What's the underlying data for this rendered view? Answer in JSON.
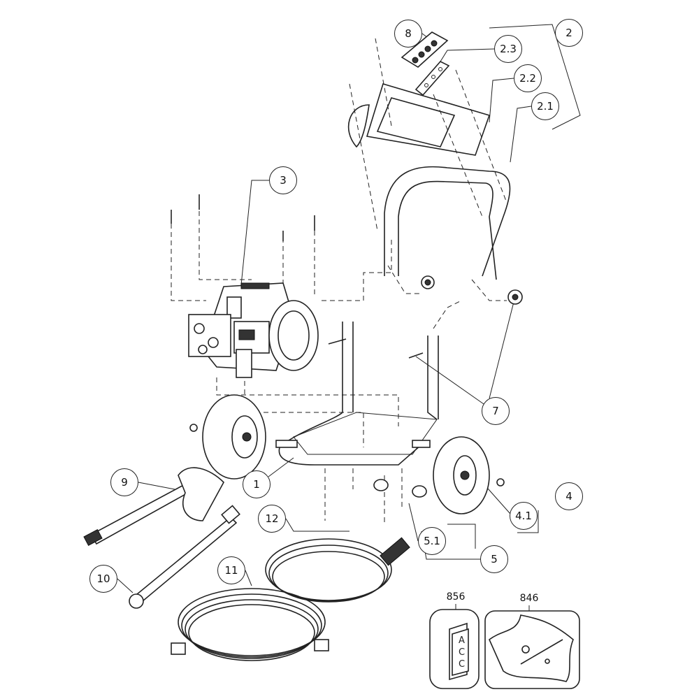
{
  "title": "Pressure washer exploded parts diagram",
  "callouts": {
    "c8": "8",
    "c2_3": "2.3",
    "c2": "2",
    "c2_2": "2.2",
    "c2_1": "2.1",
    "c3": "3",
    "c7": "7",
    "c1": "1",
    "c9": "9",
    "c4": "4",
    "c4_1": "4.1",
    "c12": "12",
    "c5_1": "5.1",
    "c5": "5",
    "c10": "10",
    "c11": "11"
  },
  "kits": {
    "k856": {
      "label": "856",
      "box_text": [
        "A",
        "C",
        "C"
      ]
    },
    "k846": {
      "label": "846"
    }
  }
}
